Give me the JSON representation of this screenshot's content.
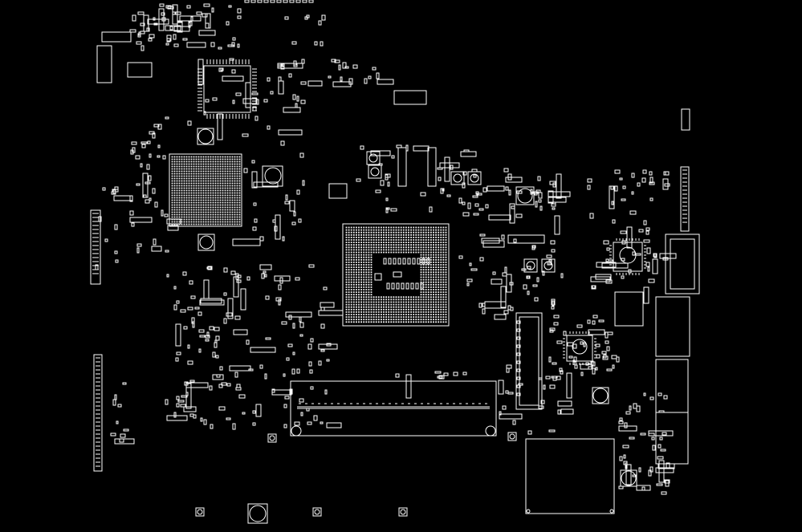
{
  "view": {
    "background_color": "#000000",
    "outline_color": "#ffffff"
  },
  "components": [
    {
      "kind": "bga",
      "name": "cpu-socket-bga"
    },
    {
      "kind": "bga",
      "name": "gpu-bga"
    },
    {
      "kind": "chip",
      "name": "qfp-chip-top-left"
    },
    {
      "kind": "chip",
      "name": "qfn-chip-right"
    },
    {
      "kind": "chip",
      "name": "qfn-chip-lower-right"
    },
    {
      "kind": "chip",
      "name": "pcie-slot-lower-right"
    },
    {
      "kind": "slot",
      "name": "ram-slot-sodimm"
    },
    {
      "kind": "connector",
      "name": "left-edge-connector"
    },
    {
      "kind": "connector",
      "name": "right-io-ports"
    },
    {
      "kind": "connector",
      "name": "vertical-connector-center-right"
    },
    {
      "kind": "mounting-hole",
      "name": "mounting-holes"
    },
    {
      "kind": "passives",
      "name": "passive-components"
    }
  ]
}
